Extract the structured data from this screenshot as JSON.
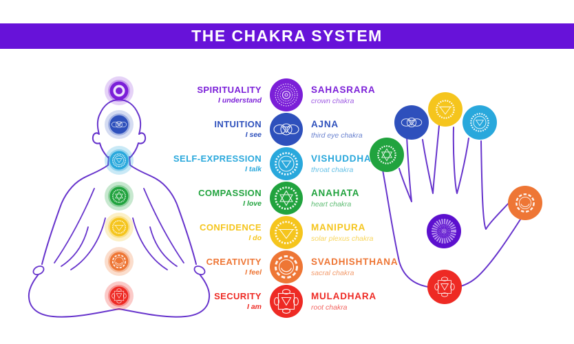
{
  "header": {
    "title": "THE CHAKRA SYSTEM",
    "background": "#6712d9",
    "text_color": "#ffffff"
  },
  "colors": {
    "glyph_stroke": "#ffffff",
    "outline": "#6633cc",
    "palm_texture": "#cdb4f6",
    "crown_inner_ring": "#ece0fb"
  },
  "chakras": [
    {
      "trait": "SPIRITUALITY",
      "mantra": "I understand",
      "name": "SAHASRARA",
      "type": "crown chakra",
      "color": "#7b1fd8"
    },
    {
      "trait": "INTUITION",
      "mantra": "I see",
      "name": "AJNA",
      "type": "third eye chakra",
      "color": "#2e50bc"
    },
    {
      "trait": "SELF-EXPRESSION",
      "mantra": "I talk",
      "name": "VISHUDDHA",
      "type": "throat chakra",
      "color": "#29a8dc"
    },
    {
      "trait": "COMPASSION",
      "mantra": "I love",
      "name": "ANAHATA",
      "type": "heart chakra",
      "color": "#21a33e"
    },
    {
      "trait": "CONFIDENCE",
      "mantra": "I do",
      "name": "MANIPURA",
      "type": "solar plexus chakra",
      "color": "#f5c51d"
    },
    {
      "trait": "CREATIVITY",
      "mantra": "I feel",
      "name": "SVADHISHTHANA",
      "type": "sacral chakra",
      "color": "#ee7635"
    },
    {
      "trait": "SECURITY",
      "mantra": "I am",
      "name": "MULADHARA",
      "type": "root chakra",
      "color": "#ee2a24"
    }
  ],
  "hand": {
    "palm_color": "#5c10ce"
  }
}
